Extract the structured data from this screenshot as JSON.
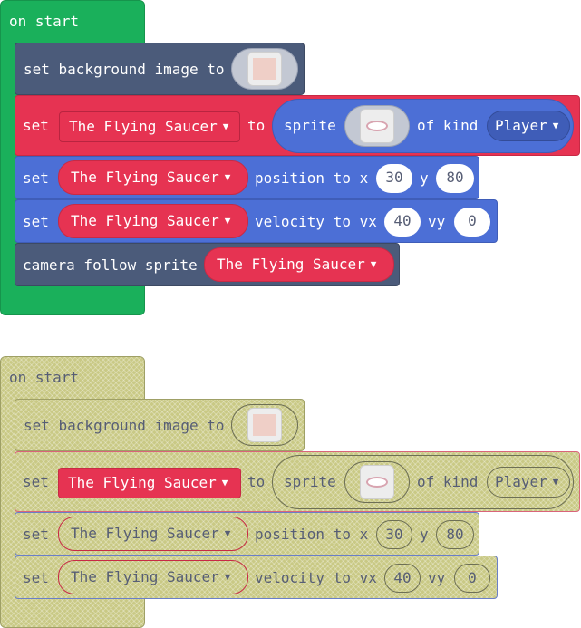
{
  "colors": {
    "events_green": "#1AB05B",
    "scene_blue": "#4B5B7A",
    "sprite_red": "#E63352",
    "sprite_blue": "#4C6FD6",
    "disabled_olive": "#C9C985"
  },
  "stacks": [
    {
      "hat_label": "on start",
      "bg_label": "set background image to",
      "set_label": "set",
      "sprite_var": "The Flying Saucer",
      "to_label": "to",
      "sprite_label": "sprite",
      "of_kind_label": "of kind",
      "kind_value": "Player",
      "position_label": "position to x",
      "x_value": "30",
      "y_label": "y",
      "y_value": "80",
      "velocity_label": "velocity to vx",
      "vx_value": "40",
      "vy_label": "vy",
      "vy_value": "0",
      "camera_label": "camera follow sprite"
    },
    {
      "hat_label": "on start",
      "bg_label": "set background image to",
      "set_label": "set",
      "sprite_var": "The Flying Saucer",
      "to_label": "to",
      "sprite_label": "sprite",
      "of_kind_label": "of kind",
      "kind_value": "Player",
      "position_label": "position to x",
      "x_value": "30",
      "y_label": "y",
      "y_value": "80",
      "velocity_label": "velocity to vx",
      "vx_value": "40",
      "vy_label": "vy",
      "vy_value": "0"
    }
  ]
}
